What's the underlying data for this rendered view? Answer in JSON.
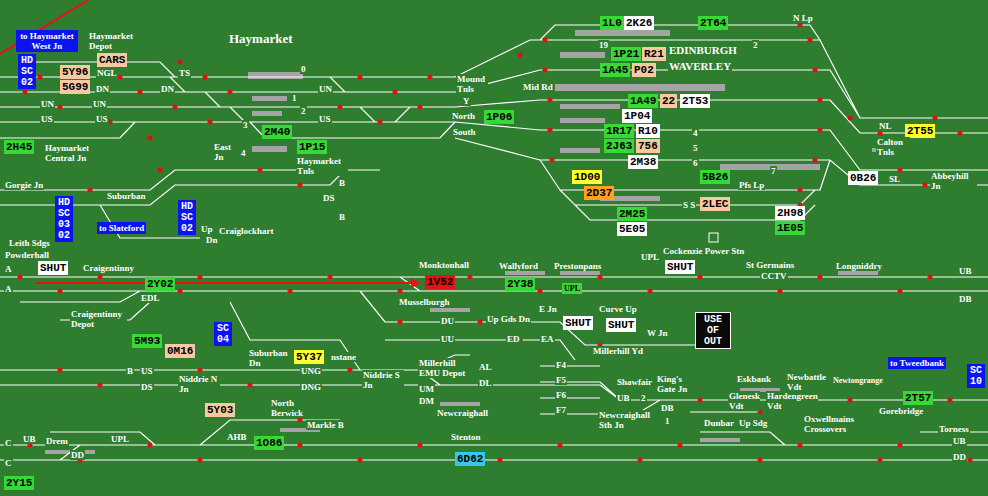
{
  "diagram": {
    "nodes": [
      {
        "text": [
          "to Haymarket West Jn"
        ]
      },
      {
        "text": [
          "HD SC 02"
        ]
      },
      {
        "text": [
          "CARS"
        ]
      },
      {
        "text": [
          "5Y96"
        ]
      },
      {
        "text": [
          "5G99"
        ]
      },
      {
        "text": [
          "1L0"
        ]
      },
      {
        "text": [
          "2K26"
        ]
      },
      {
        "text": [
          "2T64"
        ]
      },
      {
        "text": [
          "1P21"
        ]
      },
      {
        "text": [
          "R21"
        ]
      },
      {
        "text": [
          "1A45"
        ]
      },
      {
        "text": [
          "P02"
        ]
      },
      {
        "text": [
          "1A49"
        ]
      },
      {
        "text": [
          "22"
        ]
      },
      {
        "text": [
          "2T53"
        ]
      },
      {
        "text": [
          "1P06"
        ]
      },
      {
        "text": [
          "2M40"
        ]
      },
      {
        "text": [
          "1P15"
        ]
      },
      {
        "text": [
          "1P04"
        ]
      },
      {
        "text": [
          "1R17"
        ]
      },
      {
        "text": [
          "R10"
        ]
      },
      {
        "text": [
          "2J63"
        ]
      },
      {
        "text": [
          "756"
        ]
      },
      {
        "text": [
          "2M38"
        ]
      },
      {
        "text": [
          "2H45"
        ]
      },
      {
        "text": [
          "1D00"
        ]
      },
      {
        "text": [
          "2D37"
        ]
      },
      {
        "text": [
          "5B26"
        ]
      },
      {
        "text": [
          "0B26"
        ]
      },
      {
        "text": [
          "2T55"
        ]
      },
      {
        "text": [
          "2LEC"
        ]
      },
      {
        "text": [
          "2H98"
        ]
      },
      {
        "text": [
          "2M25"
        ]
      },
      {
        "text": [
          "1E05"
        ]
      },
      {
        "text": [
          "5E05"
        ]
      },
      {
        "text": [
          "HD SC 03 02"
        ]
      },
      {
        "text": [
          "to Slateford"
        ]
      },
      {
        "text": [
          "HD SC 02"
        ]
      },
      {
        "text": [
          "SHUT"
        ]
      },
      {
        "text": [
          "1V52"
        ]
      },
      {
        "text": [
          "2Y38"
        ]
      },
      {
        "text": [
          "UPL"
        ]
      },
      {
        "text": [
          "SHUT"
        ]
      },
      {
        "text": [
          "2Y02"
        ]
      },
      {
        "text": [
          "SHUT"
        ]
      },
      {
        "text": [
          "SHUT"
        ]
      },
      {
        "text": [
          "USE OF OUT"
        ]
      },
      {
        "text": [
          "SC 04"
        ]
      },
      {
        "text": [
          "5M93"
        ]
      },
      {
        "text": [
          "0M16"
        ]
      },
      {
        "text": [
          "5Y37"
        ]
      },
      {
        "text": [
          "to Tweedbank"
        ]
      },
      {
        "text": [
          "SC 10"
        ]
      },
      {
        "text": [
          "2T57"
        ]
      },
      {
        "text": [
          "5Y03"
        ]
      },
      {
        "text": [
          "1O86"
        ]
      },
      {
        "text": [
          "6D62"
        ]
      },
      {
        "text": [
          "2Y15"
        ]
      }
    ],
    "labels": [
      "Haymarket Depot",
      "Haymarket",
      "NGL",
      "DN",
      "UN",
      "US",
      "UN",
      "US",
      "TS",
      "DN",
      "0",
      "1",
      "2",
      "3",
      "4",
      "UN",
      "US",
      "DS",
      "Haymarket Central Jn",
      "East Jn",
      "Haymarket Tnls",
      "B",
      "B",
      "Mound Tnls",
      "Y",
      "North",
      "South",
      "Mid Rd",
      "19",
      "EDINBURGH",
      "WAVERLEY",
      "2",
      "N Lp",
      "4",
      "5",
      "6",
      "7",
      "Pfs Lp",
      "S S",
      "NL",
      "SL",
      "Calton Tnls",
      "Abbeyhill Jn",
      "Gorgie Jn",
      "Suburban",
      "Up",
      "Dn",
      "Craiglockhart",
      "Leith Sdgs",
      "Powderhall",
      "A",
      "A",
      "Craigentinny",
      "Monktonhall",
      "Wallyford",
      "Prestonpans",
      "UPL",
      "Cockenzie Power Stn",
      "St Germains",
      "CCTV",
      "Longniddry",
      "UB",
      "DB",
      "EDL",
      "Craigentinny Depot",
      "Musselburgh",
      "DU",
      "UU",
      "Up Gds Dn",
      "E Jn",
      "Curve Up",
      "W Jn",
      "ED",
      "EA",
      "Millerhill Yd",
      "Suburban Dn",
      "nstane",
      "B",
      "US",
      "DS",
      "Niddrie N Jn",
      "UNG",
      "DNG",
      "Niddrie S Jn",
      "Millerhill EMU Depot",
      "AL",
      "DL",
      "UM",
      "DM",
      "F4",
      "F5",
      "F6",
      "F7",
      "Newcraighall",
      "Shawfair",
      "King's Gate Jn",
      "UB",
      "2",
      "DB",
      "1",
      "Eskbank",
      "Newbattle Vdt",
      "Newtongrange",
      "Glenesk Vdt",
      "Hardengreen Vdt",
      "Gorebridge",
      "Newcraighall Sth Jn",
      "Dunbar",
      "Up Sdg",
      "Oxwellmains Crossovers",
      "Torness",
      "UB",
      "DD",
      "C",
      "C",
      "UB",
      "Drem",
      "UPL",
      "DD",
      "North Berwick",
      "Markle B",
      "AHB",
      "Stenton"
    ]
  }
}
